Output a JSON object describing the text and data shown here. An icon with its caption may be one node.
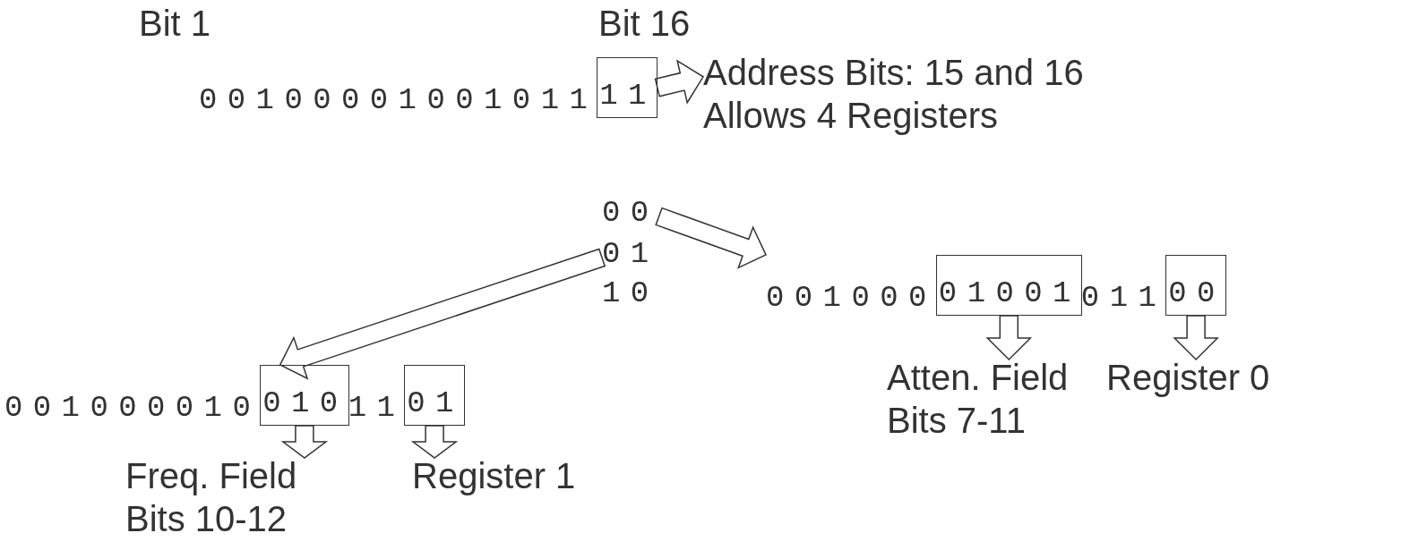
{
  "diagram": {
    "nodes": [
      {
        "text": [
          "00100001001011"
        ]
      },
      {
        "text": [
          "11"
        ],
        "in": 0
      },
      {
        "text": [
          "Address Bits: 15 and 16 Allows 4 Registers"
        ]
      },
      {
        "text": [
          "00"
        ]
      },
      {
        "text": [
          "01"
        ]
      },
      {
        "text": [
          "001000",
          "011"
        ]
      },
      {
        "text": [
          "01001"
        ],
        "in": 5
      },
      {
        "text": [
          "00"
        ],
        "in": 5
      },
      {
        "text": [
          "001000010",
          "11"
        ]
      },
      {
        "text": [
          "010"
        ],
        "in": 8
      },
      {
        "text": [
          "01"
        ],
        "in": 8
      },
      {
        "text": [
          "Atten. Field Bits 7-11"
        ]
      },
      {
        "text": [
          "Register 0"
        ]
      },
      {
        "text": [
          "Freq. Field Bits 10-12"
        ]
      },
      {
        "text": [
          "Register 1"
        ]
      }
    ],
    "edges": [
      {
        "from": 1,
        "to": 2,
        "arrow": "to"
      },
      {
        "from": 3,
        "to": 5,
        "arrow": "to"
      },
      {
        "from": 4,
        "to": 8,
        "arrow": "to"
      },
      {
        "from": 6,
        "to": 11,
        "arrow": "to"
      },
      {
        "from": 7,
        "to": 12,
        "arrow": "to"
      },
      {
        "from": 9,
        "to": 13,
        "arrow": "to"
      },
      {
        "from": 10,
        "to": 14,
        "arrow": "to"
      }
    ],
    "labels": [
      "Bit 1",
      "Bit 16",
      "10"
    ]
  }
}
